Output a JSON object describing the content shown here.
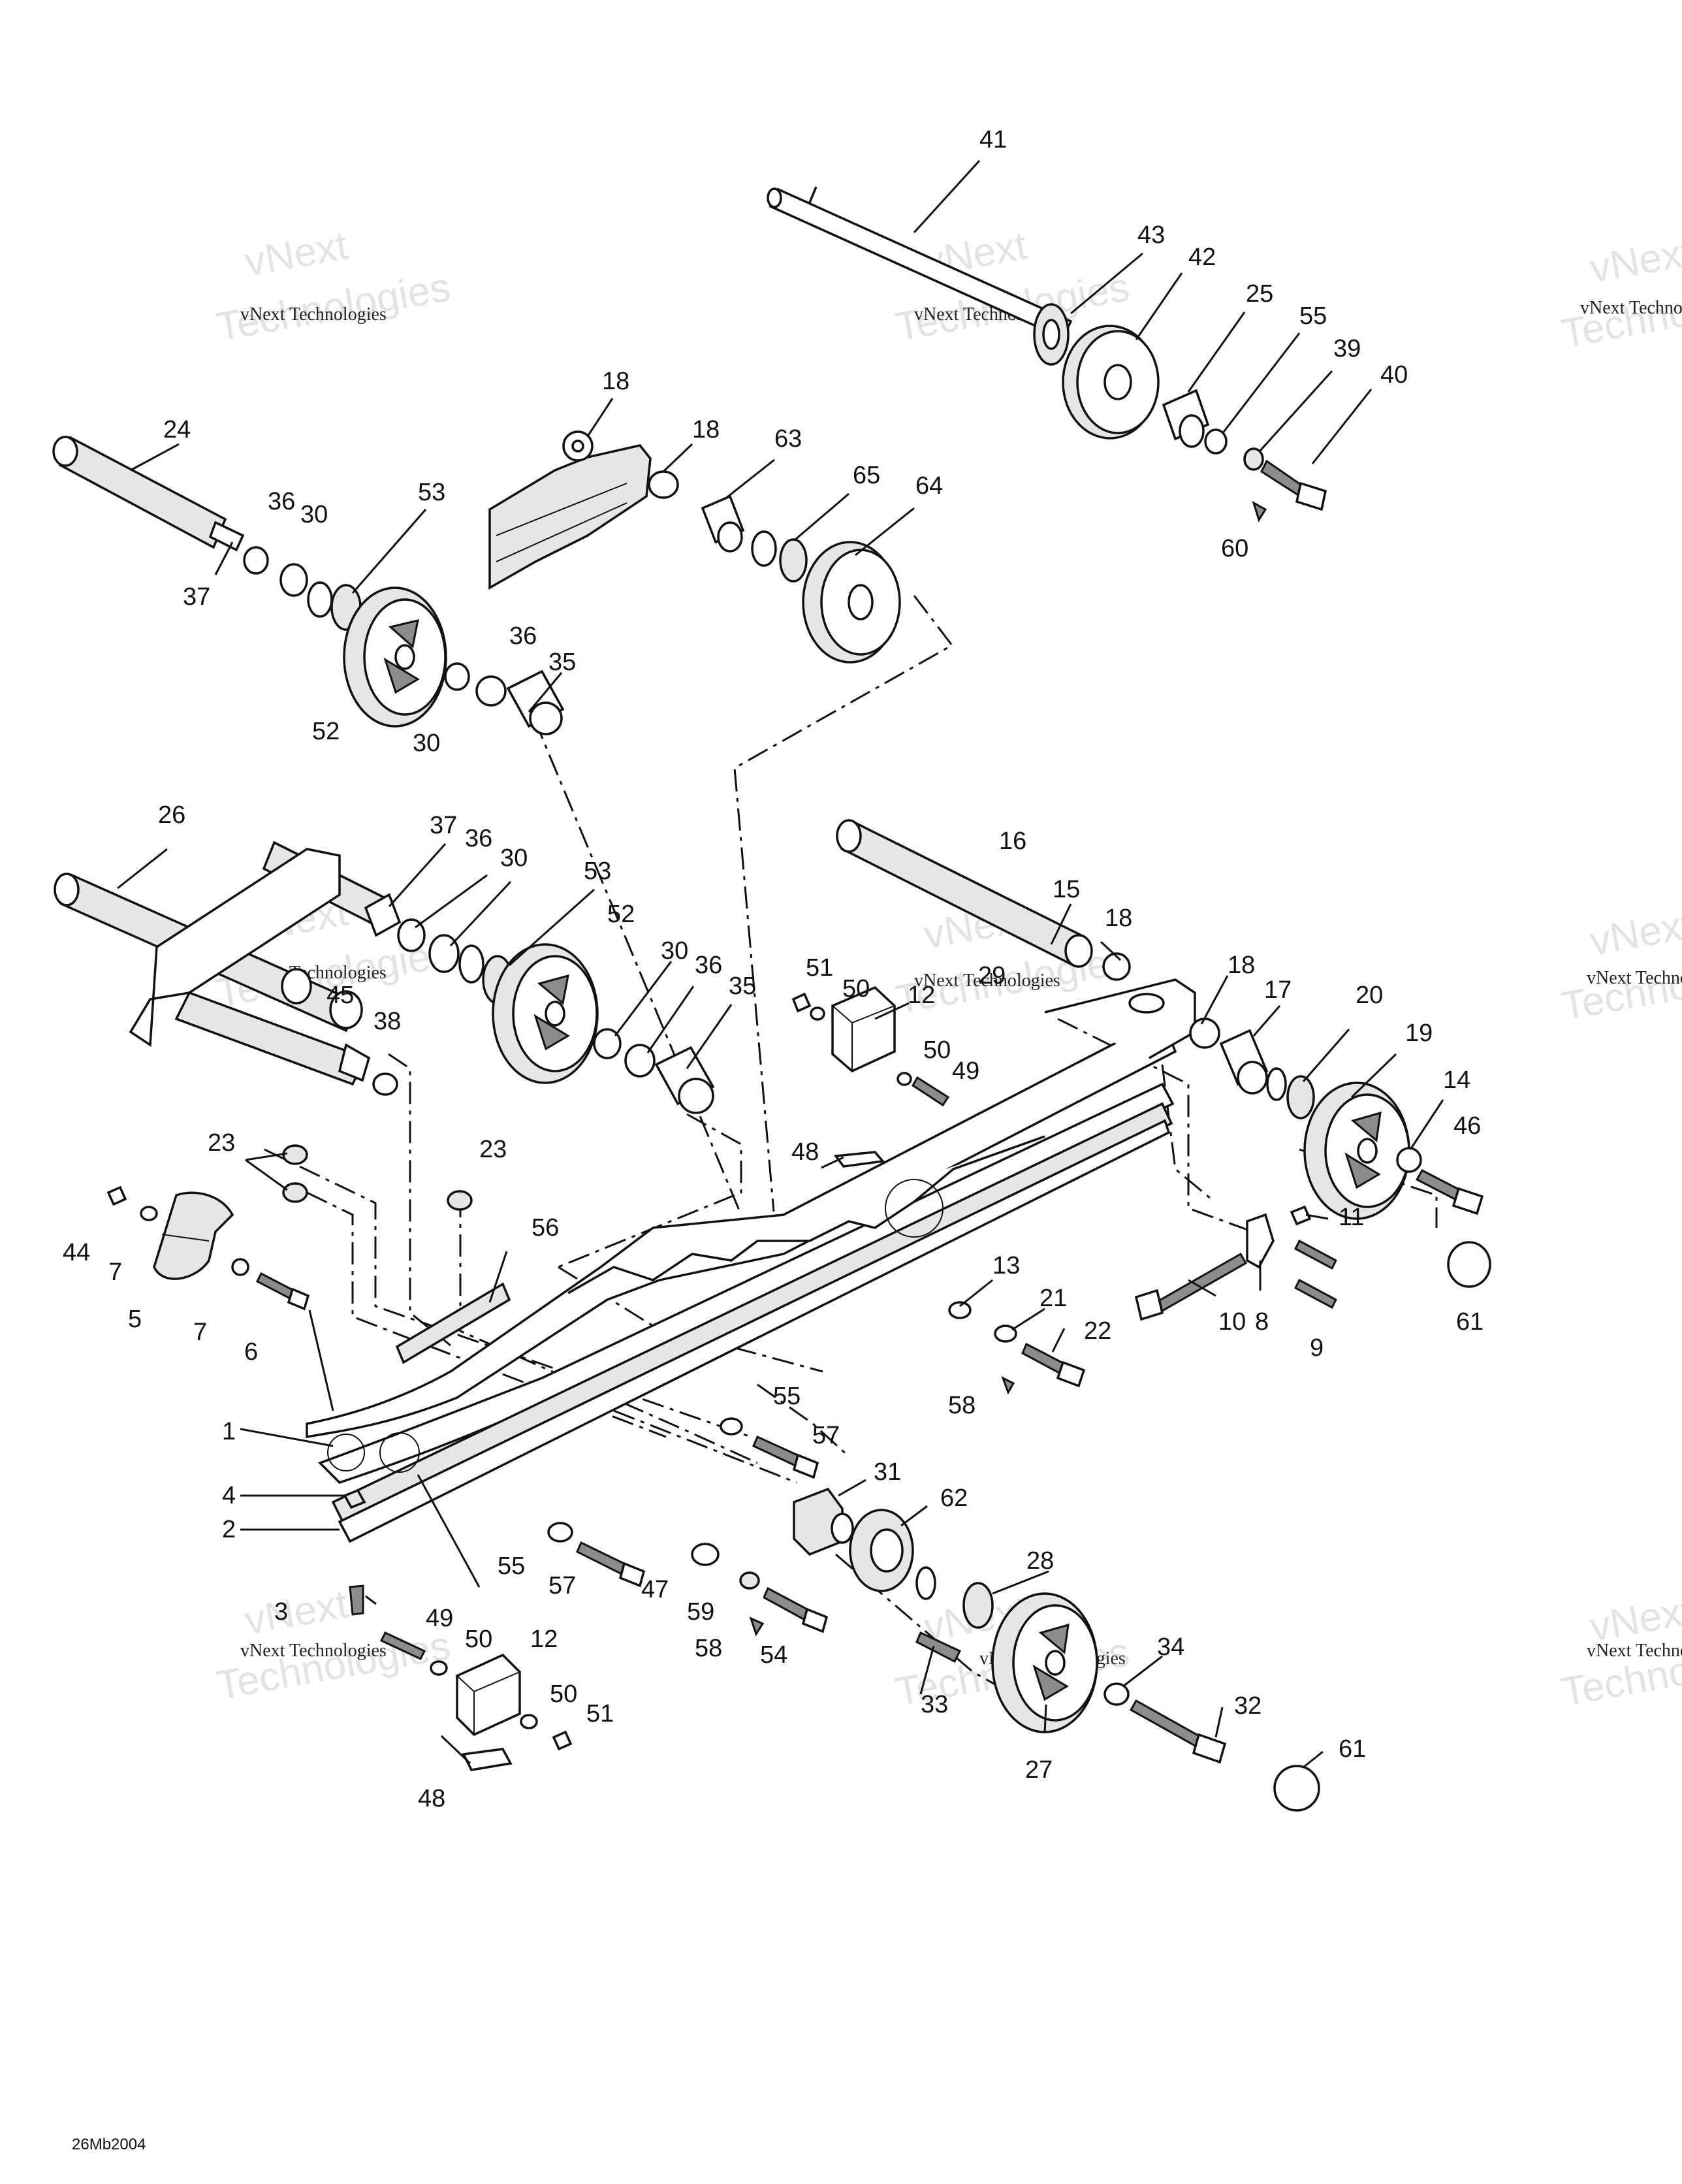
{
  "figure_id": "26Mb2004",
  "watermark": {
    "line_small": "vNext Technologies",
    "line_large_1": "vNext",
    "line_large_2": "Technologies"
  },
  "callouts": {
    "n1": "1",
    "n2": "2",
    "n3": "3",
    "n4": "4",
    "n5": "5",
    "n6": "6",
    "n7": "7",
    "n8": "8",
    "n9": "9",
    "n10": "10",
    "n11": "11",
    "n12": "12",
    "n13": "13",
    "n14": "14",
    "n15": "15",
    "n16": "16",
    "n17": "17",
    "n18": "18",
    "n19": "19",
    "n20": "20",
    "n21": "21",
    "n22": "22",
    "n23": "23",
    "n24": "24",
    "n25": "25",
    "n26": "26",
    "n27": "27",
    "n28": "28",
    "n29": "29",
    "n30": "30",
    "n31": "31",
    "n32": "32",
    "n33": "33",
    "n34": "34",
    "n35": "35",
    "n36": "36",
    "n37": "37",
    "n38": "38",
    "n39": "39",
    "n40": "40",
    "n41": "41",
    "n42": "42",
    "n43": "43",
    "n44": "44",
    "n45": "45",
    "n46": "46",
    "n47": "47",
    "n48": "48",
    "n49": "49",
    "n50": "50",
    "n51": "51",
    "n52": "52",
    "n53": "53",
    "n54": "54",
    "n55": "55",
    "n56": "56",
    "n57": "57",
    "n58": "58",
    "n59": "59",
    "n60": "60",
    "n61": "61",
    "n62": "62",
    "n63": "63",
    "n64": "64",
    "n65": "65"
  }
}
